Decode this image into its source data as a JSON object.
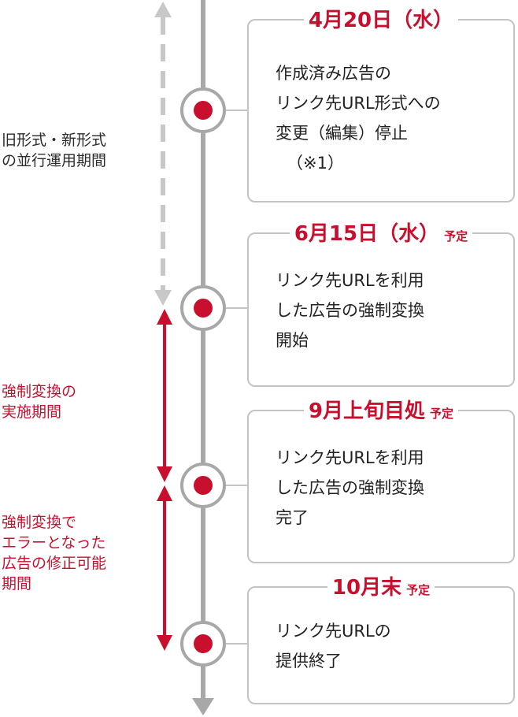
{
  "left_labels": {
    "parallel_period": [
      "旧形式・新形式",
      "の並行運用期間"
    ],
    "forced_conversion_period": [
      "強制変換の",
      "実施期間"
    ],
    "correction_period": [
      "強制変換で",
      "エラーとなった",
      "広告の修正可能",
      "期間"
    ]
  },
  "events": [
    {
      "date": "4月20日（水）",
      "tag": "",
      "lines": [
        "作成済み広告の",
        "リンク先URL形式への",
        "変更（編集）停止",
        "（※1）"
      ]
    },
    {
      "date": "6月15日（水）",
      "tag": "予定",
      "lines": [
        "リンク先URLを利用",
        "した広告の強制変換",
        "開始"
      ]
    },
    {
      "date": "9月上旬目処",
      "tag": "予定",
      "lines": [
        "リンク先URLを利用",
        "した広告の強制変換",
        "完了"
      ]
    },
    {
      "date": "10月末",
      "tag": "予定",
      "lines": [
        "リンク先URLの",
        "提供終了"
      ]
    }
  ],
  "colors": {
    "accent": "#c8102e",
    "line_gray": "#a8a8a8",
    "dash_gray": "#c8c8c8",
    "border_gray": "#c4c4c4",
    "text": "#222222"
  }
}
